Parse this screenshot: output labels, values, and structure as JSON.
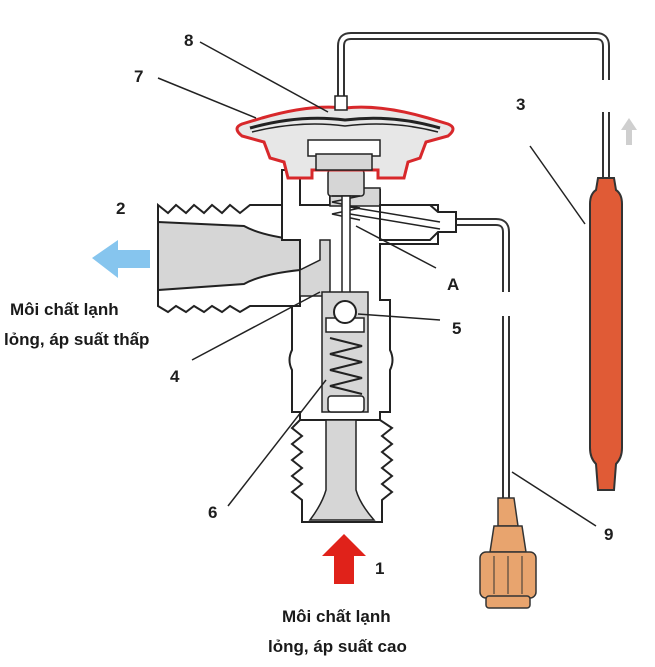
{
  "labels": {
    "n1": "1",
    "n2": "2",
    "n3": "3",
    "n4": "4",
    "n5": "5",
    "n6": "6",
    "n7": "7",
    "n8": "8",
    "n9": "9",
    "nA": "A"
  },
  "captions": {
    "outlet_line1": "Môi chất lạnh",
    "outlet_line2": "lỏng, áp suất thấp",
    "inlet_line1": "Môi chất lạnh",
    "inlet_line2": "lỏng, áp suất cao"
  },
  "colors": {
    "outlet_arrow": "#86c5ee",
    "inlet_arrow": "#e0221a",
    "bulb": "#e05b36",
    "diaphragm": "#d8282b",
    "diaphragm_fill": "#e7e7e7",
    "body_fill": "#d6d6d6",
    "body_stroke": "#222222",
    "nut": "#e8a46e",
    "up_arrow": "#cfcfcf"
  }
}
